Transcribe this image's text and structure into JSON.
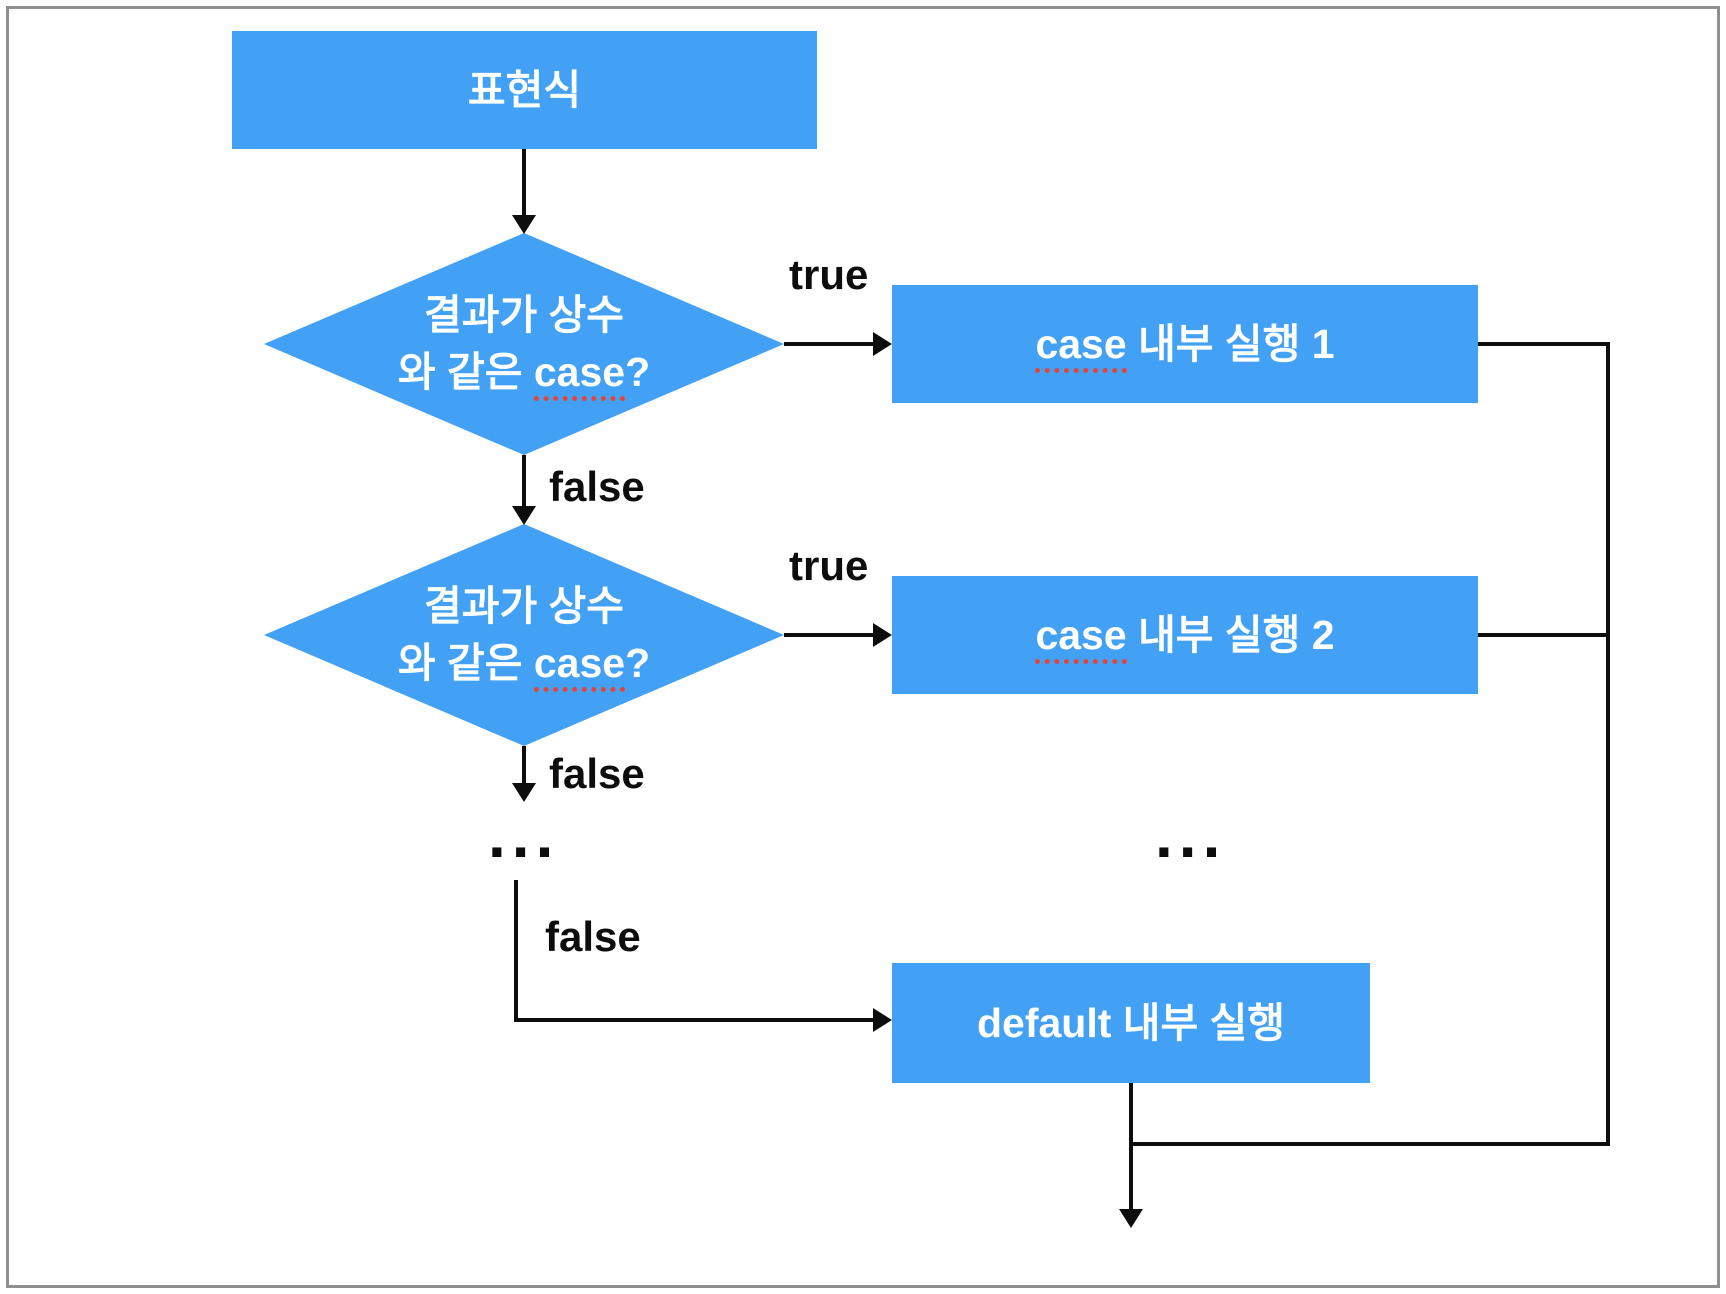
{
  "page": {
    "background": "#ffffff",
    "border_color": "#8f8f8f"
  },
  "colors": {
    "node_fill": "#42a1f5",
    "node_text": "#ffffff",
    "edge_line": "#0d0d0d",
    "edge_label_text": "#0d0d0d",
    "spellcheck_underline": "#e2453a"
  },
  "nodes": {
    "expression": {
      "label": "표현식"
    },
    "decision1": {
      "line1": "결과가 상수",
      "line2_prefix": "와 같은 ",
      "line2_word": "case",
      "line2_suffix": "?"
    },
    "case1": {
      "word": "case",
      "rest": " 내부 실행 1"
    },
    "decision2": {
      "line1": "결과가 상수",
      "line2_prefix": "와 같은 ",
      "line2_word": "case",
      "line2_suffix": "?"
    },
    "case2": {
      "word": "case",
      "rest": " 내부 실행 2"
    },
    "default_node": {
      "label": "default 내부 실행"
    }
  },
  "edge_labels": {
    "true1": "true",
    "false1": "false",
    "true2": "true",
    "false2": "false",
    "false3": "false",
    "ellipsis_left": "...",
    "ellipsis_right": "..."
  }
}
